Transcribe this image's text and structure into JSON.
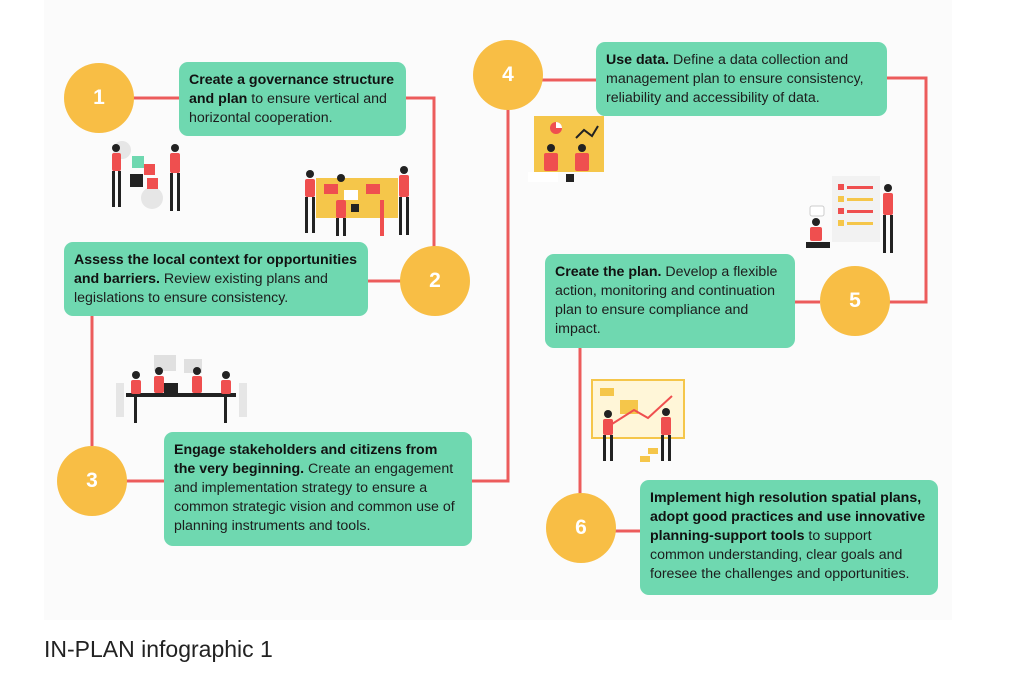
{
  "caption": "IN-PLAN infographic 1",
  "colors": {
    "box": "#6fd8b0",
    "circle": "#f8be45",
    "connector": "#ec5c5c",
    "person_shirt": "#ef4f4f",
    "accent_yellow": "#f5c64a"
  },
  "steps": [
    {
      "number": "1",
      "bold": "Create a governance structure and plan",
      "text": " to ensure vertical and horizontal cooperation."
    },
    {
      "number": "2",
      "bold": "Assess the local context for opportunities and barriers.",
      "text": " Review existing plans and legislations to ensure consistency."
    },
    {
      "number": "3",
      "bold": "Engage stakeholders and citizens from the very beginning.",
      "text": " Create an engagement and implementation strategy to ensure a common strategic vision and common use of planning instruments and tools."
    },
    {
      "number": "4",
      "bold": "Use data.",
      "text": " Define a data collection and management plan to ensure consistency, reliability and accessibility of data."
    },
    {
      "number": "5",
      "bold": "Create the plan.",
      "text": " Develop a flexible action, monitoring and continuation plan to ensure compliance and impact."
    },
    {
      "number": "6",
      "bold": "Implement high resolution spatial plans, adopt good practices and use innovative planning-support tools",
      "text": " to support common understanding, clear goals and foresee the challenges and opportunities."
    }
  ],
  "illustrations": [
    "puzzle-team-illustration",
    "planning-board-illustration",
    "meeting-table-illustration",
    "data-chart-illustration",
    "checklist-illustration",
    "growth-chart-illustration"
  ]
}
